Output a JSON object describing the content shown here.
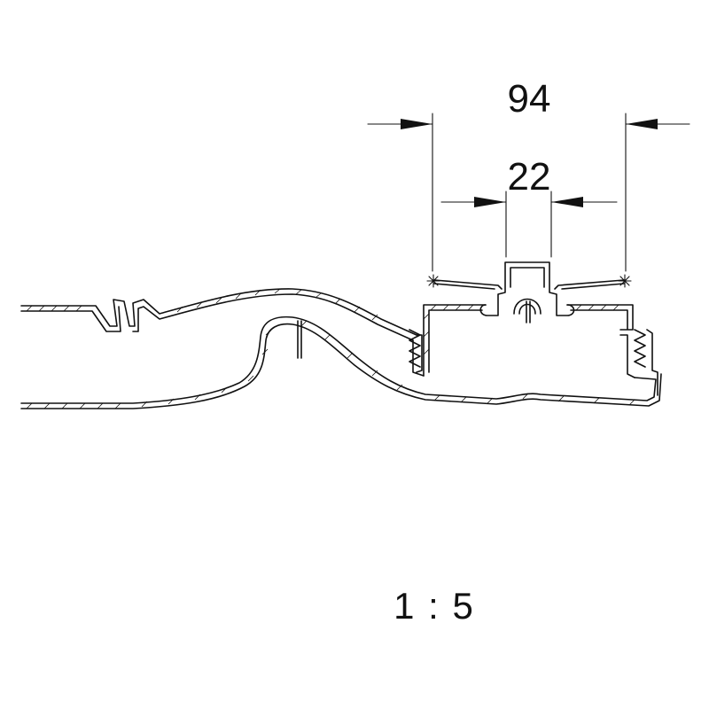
{
  "dimensions": {
    "overall_width": "94",
    "slot_width": "22"
  },
  "scale": "1 : 5",
  "colors": {
    "line": "#111111",
    "background": "#ffffff"
  }
}
